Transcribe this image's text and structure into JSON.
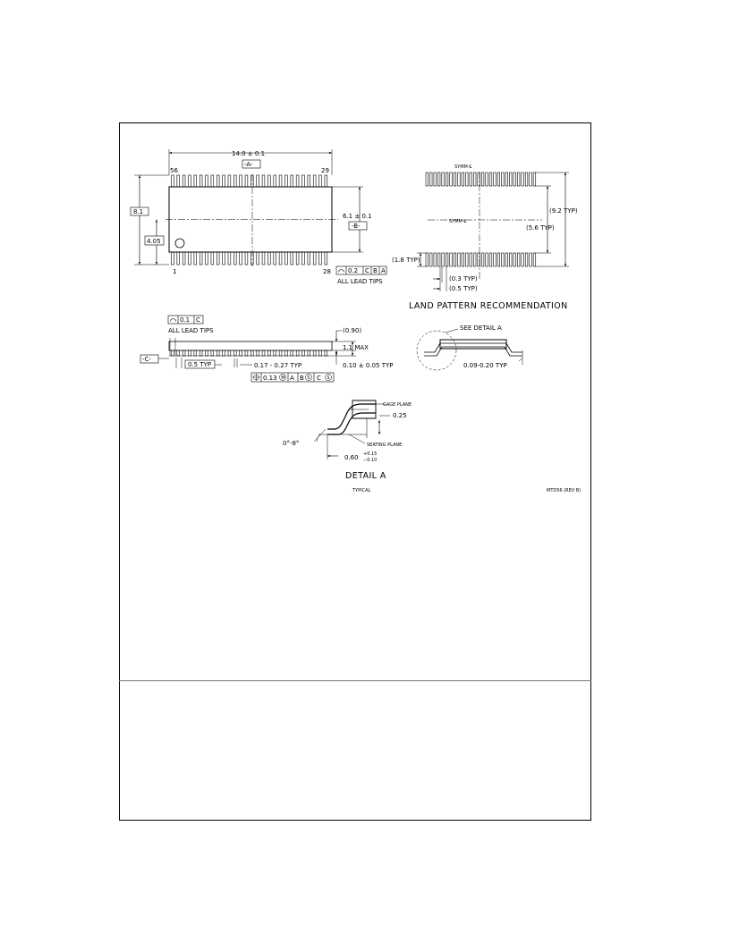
{
  "drawing": {
    "top_view": {
      "length": "14.0 ± 0.1",
      "datum_a": "-A-",
      "pin_56": "56",
      "pin_29": "29",
      "pin_1": "1",
      "pin_28": "28",
      "width_overall": "8.1",
      "half_width": "4.05",
      "body_width": "6.1 ± 0.1",
      "datum_b": "-B-",
      "tip_tol_value": "0.2",
      "tip_tol_c": "C",
      "tip_tol_b": "B",
      "tip_tol_a": "A",
      "all_lead_tips": "ALL LEAD TIPS"
    },
    "land_pattern": {
      "symm_top": "SYMM ℄",
      "symm_left": "SYMM ℄",
      "dim_9_2": "(9.2 TYP)",
      "dim_5_6": "(5.6 TYP)",
      "dim_1_8": "(1.8 TYP)",
      "dim_0_3": "(0.3 TYP)",
      "dim_0_5": "(0.5 TYP)",
      "title": "LAND PATTERN RECOMMENDATION"
    },
    "side_view": {
      "coplanarity_value": "0.1",
      "coplanarity_c": "C",
      "all_lead_tips": "ALL LEAD TIPS",
      "datum_c": "-C-",
      "pitch": "0.5 TYP",
      "lead_width": "0.17 - 0.27 TYP",
      "standoff_ref": "(0.90)",
      "max_height": "1.1 MAX",
      "standoff": "0.10 ± 0.05 TYP",
      "pos_tol_value": "0.13",
      "pos_tol_m": "M",
      "pos_tol_a": "A",
      "pos_tol_b": "B",
      "pos_tol_s1": "S",
      "pos_tol_c": "C",
      "pos_tol_s2": "S"
    },
    "end_view": {
      "see_detail": "SEE DETAIL A",
      "lead_thickness": "0.09-0.20 TYP"
    },
    "detail_a": {
      "gage_plane": "GAGE PLANE",
      "gage_value": "0.25",
      "seating_plane": "SEATING PLANE",
      "angle": "0°-8°",
      "foot_length": "0.60",
      "foot_tol_plus": "+0.15",
      "foot_tol_minus": "−0.10",
      "title": "DETAIL A",
      "subtitle": "TYPICAL"
    },
    "drawing_number": "MTD56 (REV B)"
  }
}
